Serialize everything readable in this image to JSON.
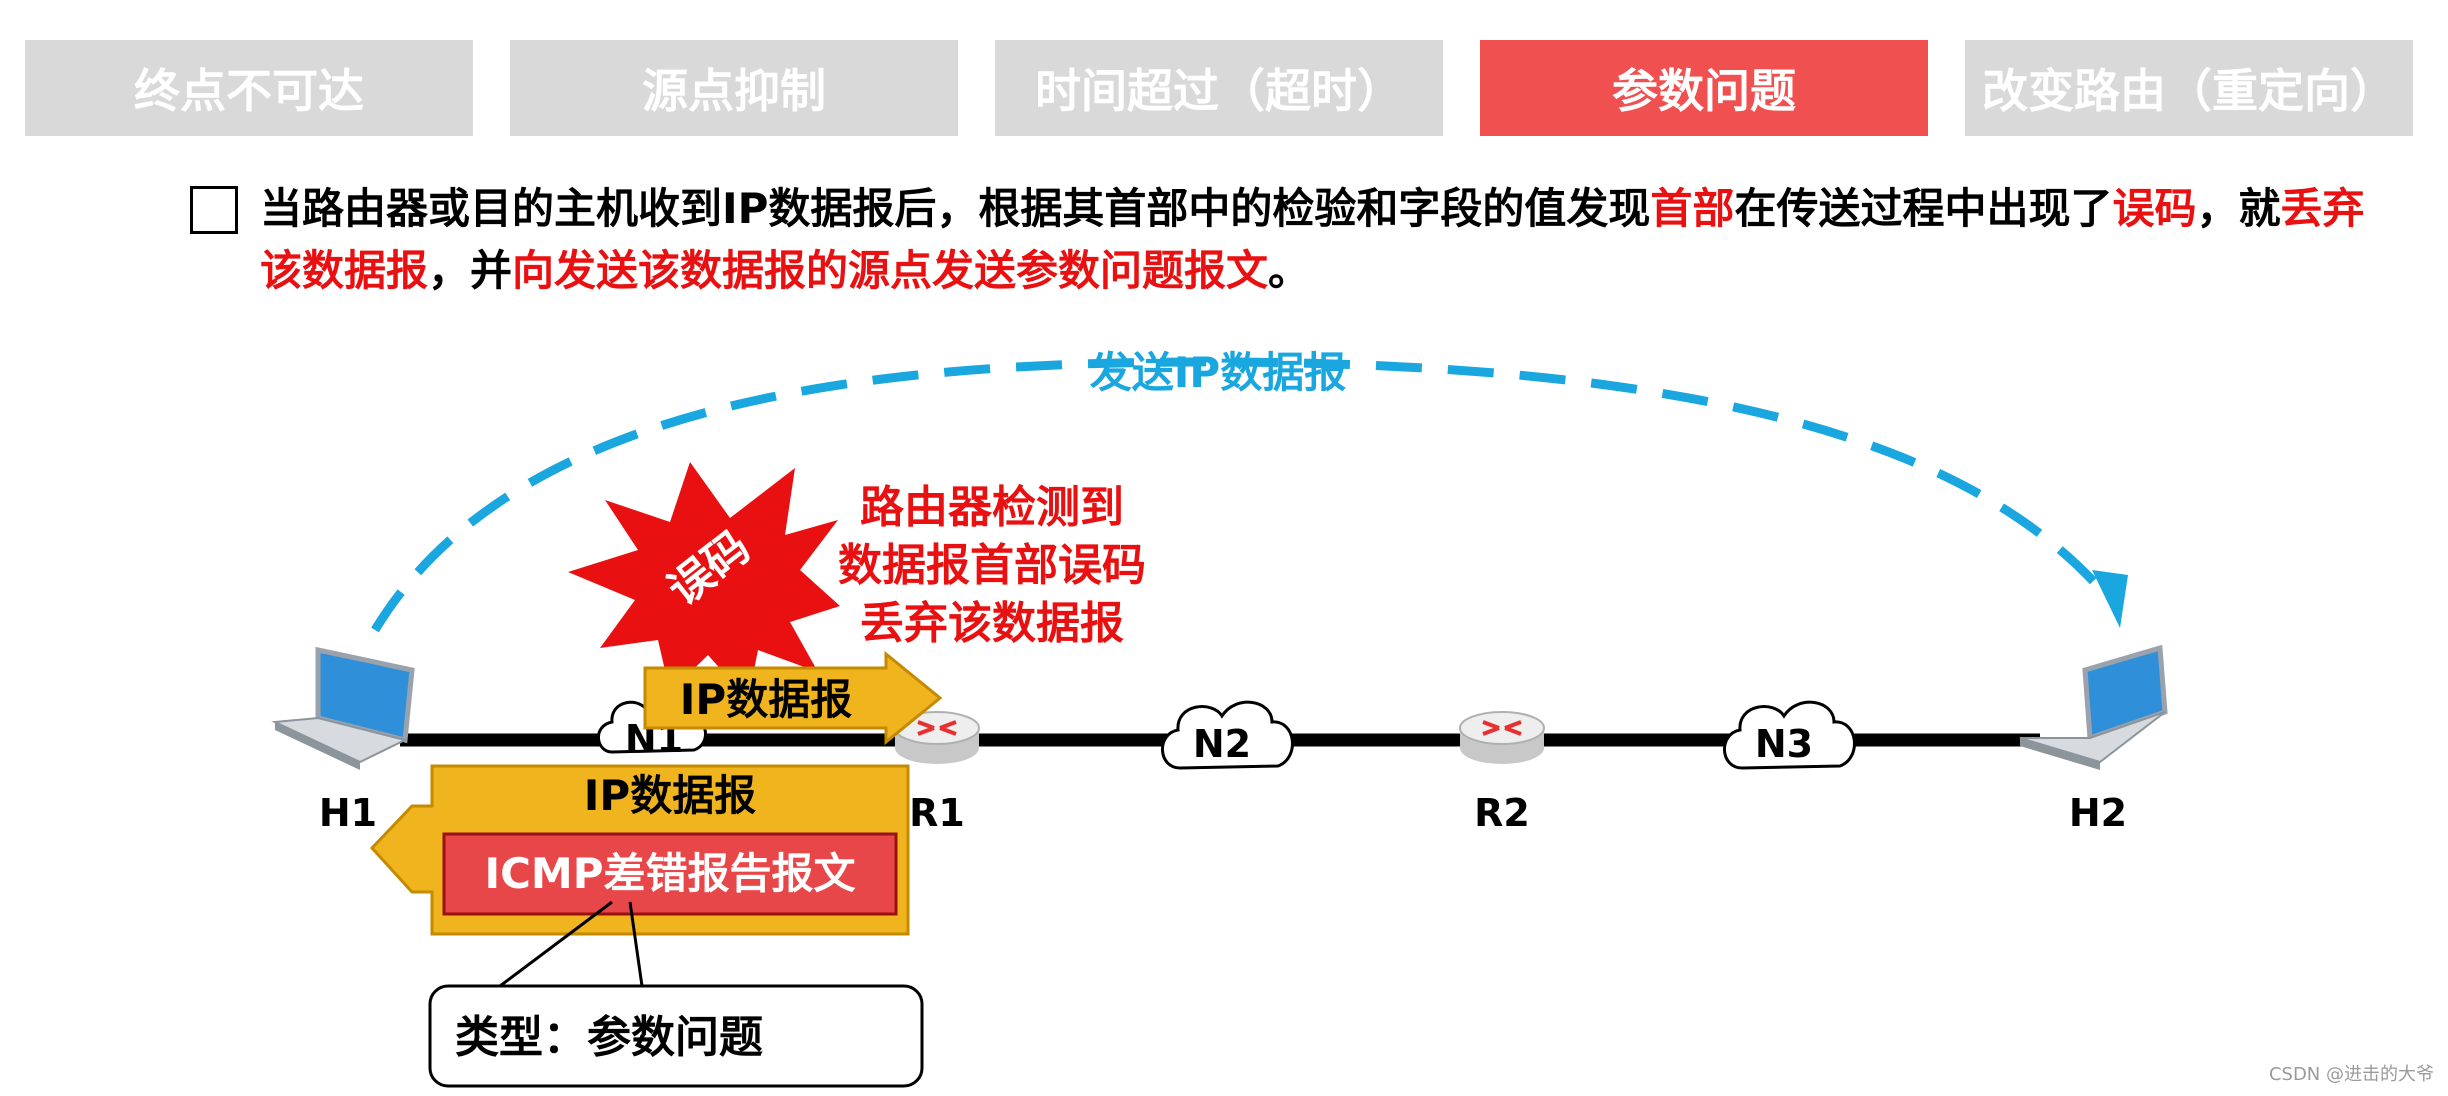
{
  "tabs": [
    {
      "label": "终点不可达",
      "active": false
    },
    {
      "label": "源点抑制",
      "active": false
    },
    {
      "label": "时间超过（超时）",
      "active": false
    },
    {
      "label": "参数问题",
      "active": true
    },
    {
      "label": "改变路由（重定向）",
      "active": false
    }
  ],
  "description": {
    "p1": "当路由器或目的主机收到IP数据报后，根据其首部中的检验和字段的值发现",
    "p2": "首部",
    "p3": "在传送过程中出现了",
    "p4": "误码",
    "p5": "，就",
    "p6": "丢弃该数据报",
    "p7": "，并",
    "p8": "向发送该数据报的源点发送参数问题报文",
    "p9": "。"
  },
  "diagram": {
    "send_label": "发送IP数据报",
    "error_burst": "误码",
    "router_note": [
      "路由器检测到",
      "数据报首部误码",
      "丢弃该数据报"
    ],
    "forward_packet": "IP数据报",
    "return_packet": "IP数据报",
    "icmp_message": "ICMP差错报告报文",
    "callout": "类型：参数问题",
    "hosts": {
      "h1": "H1",
      "h2": "H2"
    },
    "routers": {
      "r1": "R1",
      "r2": "R2"
    },
    "networks": {
      "n1": "N1",
      "n2": "N2",
      "n3": "N3"
    }
  },
  "watermark": "CSDN @进击的大爷",
  "colors": {
    "tab_inactive": "#d9d9d9",
    "tab_active": "#f05050",
    "highlight_red": "#e81010",
    "dash_blue": "#1aa7e0",
    "packet_yellow": "#f0b41e",
    "icmp_red": "#e8474a"
  }
}
